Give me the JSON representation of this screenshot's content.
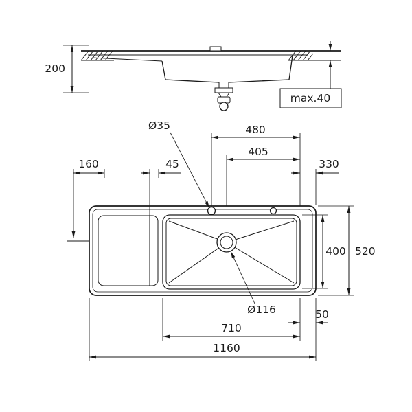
{
  "drawing": {
    "background": "#ffffff",
    "line_color": "#1a1a1a",
    "subject": "sink technical dimension drawing, side section above and plan view below",
    "side_view": {
      "dims": {
        "bowl_height": "200",
        "max_counter_thickness": "max.40"
      }
    },
    "plan_view": {
      "dims": {
        "faucet_hole_diameter": "Ø35",
        "hole_to_bowl_right": "480",
        "drain_to_bowl_right": "405",
        "left_offset": "160",
        "channel_width": "45",
        "right_section": "330",
        "bowl_depth": "400",
        "overall_depth": "520",
        "drain_diameter": "Ø116",
        "bowl_width": "710",
        "right_margin": "50",
        "overall_width": "1160"
      }
    }
  }
}
